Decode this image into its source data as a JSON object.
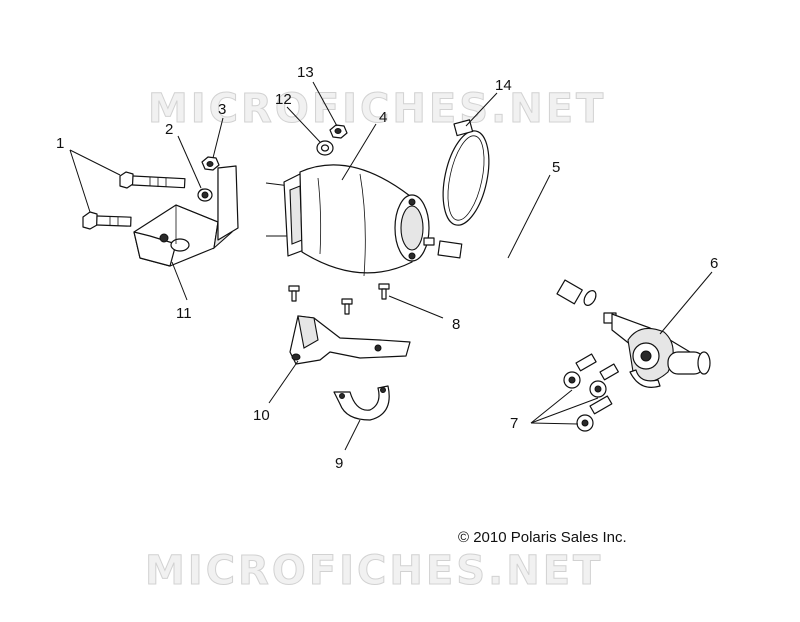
{
  "watermark": {
    "top": "MICROFICHES.NET",
    "bottom": "MICROFICHES.NET"
  },
  "copyright": "© 2010 Polaris Sales Inc.",
  "callouts": {
    "c1": "1",
    "c2": "2",
    "c3": "3",
    "c4": "4",
    "c5": "5",
    "c6": "6",
    "c7": "7",
    "c8": "8",
    "c9": "9",
    "c10": "10",
    "c11": "11",
    "c12": "12",
    "c13": "13",
    "c14": "14"
  },
  "colors": {
    "line": "#111111",
    "watermark_fill": "#f1f1f1",
    "watermark_stroke": "#d2d2d2"
  }
}
